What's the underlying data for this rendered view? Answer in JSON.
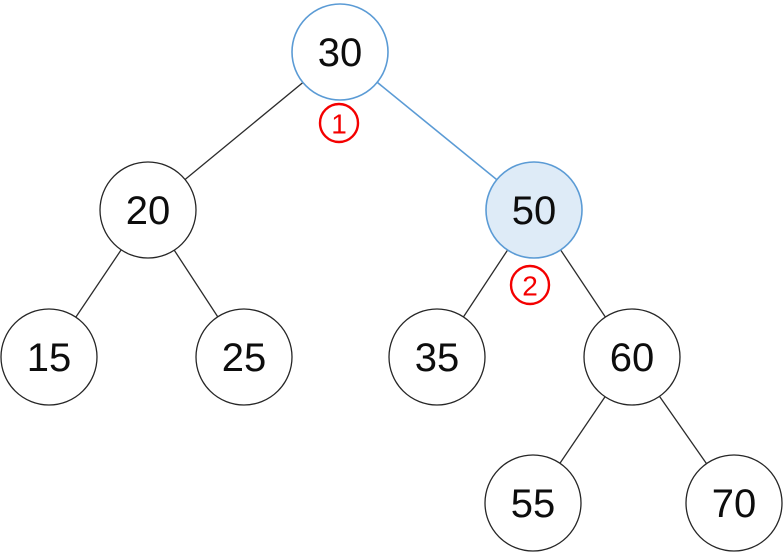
{
  "diagram": {
    "kind": "binary-search-tree",
    "nodes": [
      {
        "id": "30",
        "value": "30",
        "variant": "outline-blue",
        "role": "root"
      },
      {
        "id": "20",
        "value": "20",
        "variant": "normal",
        "role": "left-child-of-30"
      },
      {
        "id": "50",
        "value": "50",
        "variant": "filled-blue",
        "role": "right-child-of-30"
      },
      {
        "id": "15",
        "value": "15",
        "variant": "normal",
        "role": "left-child-of-20"
      },
      {
        "id": "25",
        "value": "25",
        "variant": "normal",
        "role": "right-child-of-20"
      },
      {
        "id": "35",
        "value": "35",
        "variant": "normal",
        "role": "left-child-of-50"
      },
      {
        "id": "60",
        "value": "60",
        "variant": "normal",
        "role": "right-child-of-50"
      },
      {
        "id": "55",
        "value": "55",
        "variant": "normal",
        "role": "left-child-of-60"
      },
      {
        "id": "70",
        "value": "70",
        "variant": "normal",
        "role": "right-child-of-60"
      }
    ],
    "edges": [
      {
        "from": "30",
        "to": "20",
        "color": "dark"
      },
      {
        "from": "30",
        "to": "50",
        "color": "blue"
      },
      {
        "from": "20",
        "to": "15",
        "color": "dark"
      },
      {
        "from": "20",
        "to": "25",
        "color": "dark"
      },
      {
        "from": "50",
        "to": "35",
        "color": "dark"
      },
      {
        "from": "50",
        "to": "60",
        "color": "dark"
      },
      {
        "from": "60",
        "to": "55",
        "color": "dark"
      },
      {
        "from": "60",
        "to": "70",
        "color": "dark"
      }
    ],
    "step_labels": [
      {
        "text": "1",
        "near_node": "30"
      },
      {
        "text": "2",
        "near_node": "50"
      }
    ],
    "colors": {
      "highlight_stroke_blue": "#5B9BD5",
      "highlight_fill_blue": "#DEEBF7",
      "edge_dark": "#2b2b2b",
      "step_red": "#f40000",
      "text": "#0d0d0d",
      "background": "#ffffff"
    }
  }
}
